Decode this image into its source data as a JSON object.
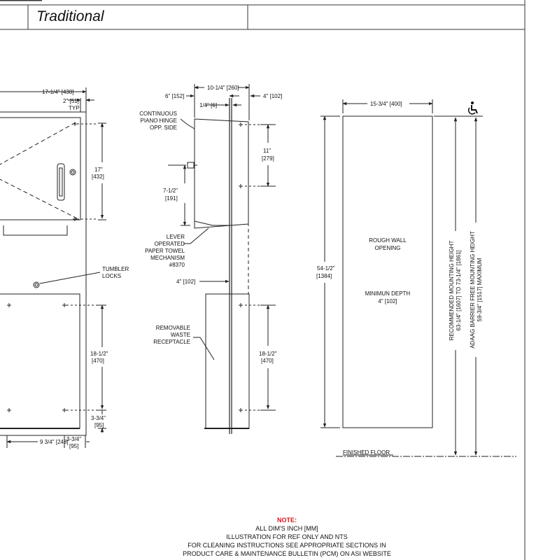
{
  "header": {
    "series": "Traditional"
  },
  "front_view": {
    "width_dim": "17-1/4\" [438]",
    "hinge_offset": "2\" [51]",
    "hinge_typ": "TYP",
    "upper_height": "17\"",
    "upper_height_mm": "[432]",
    "tumbler_locks_1": "TUMBLER",
    "tumbler_locks_2": "LOCKS",
    "lower_height": "18-1/2\"",
    "lower_height_mm": "[470]",
    "bottom_offset": "3-3/4\"",
    "bottom_offset_mm": "[95]",
    "bottom_width": "9 3/4\" [248]",
    "bottom_right": "3-3/4\"",
    "bottom_right_mm": "[95]"
  },
  "side_view": {
    "depth_total": "10-1/4\" [260]",
    "left_projection": "6\" [152]",
    "flange": "1/4\" [6]",
    "recess_right": "4\" [102]",
    "hinge_label": [
      "CONTINUOUS",
      "PIANO HINGE",
      "OPP. SIDE"
    ],
    "upper_height": "11\"",
    "upper_height_mm": "[279]",
    "lever_height": "7-1/2\"",
    "lever_height_mm": "[191]",
    "lever_label": [
      "LEVER",
      "OPERATED",
      "PAPER TOWEL",
      "MECHANISM",
      "#8370"
    ],
    "bin_projection": "4\" [102]",
    "bin_label": [
      "REMOVABLE",
      "WASTE",
      "RECEPTACLE"
    ],
    "lower_height": "18-1/2\"",
    "lower_height_mm": "[470]"
  },
  "rough_opening": {
    "width": "15-3/4\" [400]",
    "height": "54-1/2\"",
    "height_mm": "[1384]",
    "label_1": "ROUGH WALL",
    "label_2": "OPENING",
    "depth_1": "MINIMUN DEPTH",
    "depth_2": "4\" [102]",
    "rec_mount_1": "RECOMMENDED MOUNTING HEIGHT",
    "rec_mount_2": "63-1/4\" [1607] TO 73-1/4\" [1861]",
    "ada_mount_1": "ADAAG BARRIER FREE MOUNTING HEIGHT",
    "ada_mount_2": "59-3/4\" [1517] MAXIMUM",
    "floor": "FINISHED FLOOR",
    "accessible_symbol": "wheelchair-icon"
  },
  "notes": {
    "heading": "NOTE:",
    "lines": [
      "ALL DIM'S INCH [MM]",
      "ILLUSTRATION FOR REF ONLY AND NTS",
      "FOR CLEANING INSTRUCTIONS SEE APPROPRIATE SECTIONS IN",
      "PRODUCT CARE & MAINTENANCE BULLETIN (PCM) ON ASI WEBSITE"
    ]
  },
  "colors": {
    "line": "#222222",
    "note_accent": "#d8141e"
  }
}
